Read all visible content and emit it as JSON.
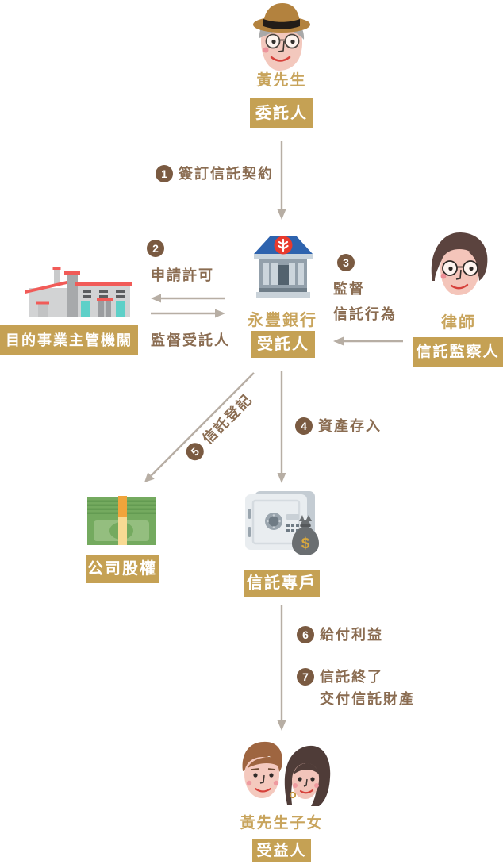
{
  "nodes": {
    "trustor": {
      "name": "黃先生",
      "role": "委託人",
      "icon": "man-with-hat-icon"
    },
    "bank": {
      "name": "永豐銀行",
      "role": "受託人",
      "icon": "bank-icon"
    },
    "authority": {
      "role": "目的事業主管機關",
      "icon": "factory-icon"
    },
    "supervisor": {
      "name": "律師",
      "role": "信託監察人",
      "icon": "lawyer-icon"
    },
    "shares": {
      "role": "公司股權",
      "icon": "money-stack-icon"
    },
    "account": {
      "role": "信託專戶",
      "bag_symbol": "$",
      "icon": "safe-with-money-bag-icon"
    },
    "beneficiary": {
      "name": "黃先生子女",
      "role": "受益人",
      "icon": "children-icon"
    }
  },
  "steps": {
    "s1": {
      "num": "1",
      "label": "簽訂信託契約"
    },
    "s2": {
      "num": "2",
      "label": "申請許可",
      "label2": "監督受託人"
    },
    "s3": {
      "num": "3",
      "line1": "監督",
      "line2": "信託行為"
    },
    "s4": {
      "num": "4",
      "label": "資產存入"
    },
    "s5": {
      "num": "5",
      "label": "信託登記"
    },
    "s6": {
      "num": "6",
      "label": "給付利益"
    },
    "s7": {
      "num": "7",
      "line1": "信託終了",
      "line2": "交付信託財產"
    }
  },
  "colors": {
    "gold_box": "#C5A154",
    "gold_text": "#C8A45C",
    "step_text": "#8A6C51",
    "badge": "#7A5A41",
    "arrow": "#B7AEA4",
    "bank_roof_blue": "#2E63AE",
    "bank_logo_red": "#E93A2D",
    "factory_roof_red": "#F15B58",
    "factory_window_teal": "#5ED0C8",
    "money_green": "#74AA5F",
    "bag_dollar_gold": "#D9A83C"
  }
}
